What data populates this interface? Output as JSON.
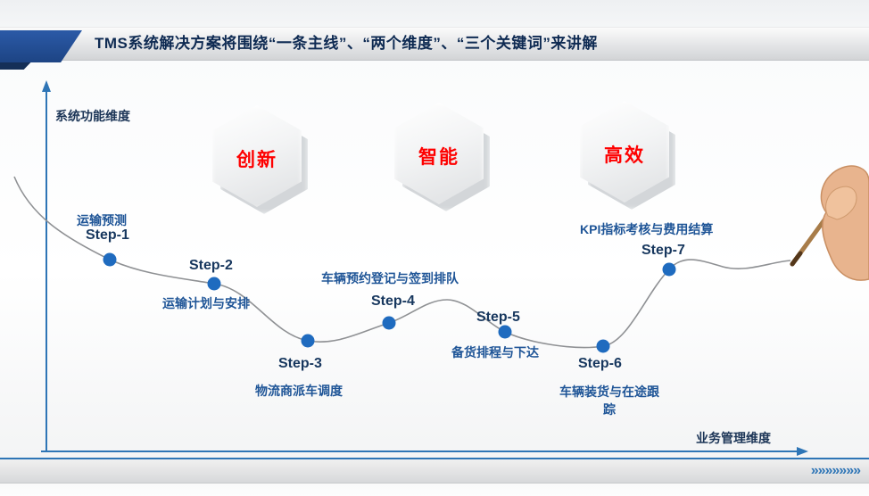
{
  "header": {
    "title": "TMS系统解决方案将围绕“一条主线”、“两个维度”、“三个关键词”来讲解"
  },
  "axes": {
    "y_label": "系统功能维度",
    "x_label": "业务管理维度"
  },
  "keywords": [
    {
      "label": "创新"
    },
    {
      "label": "智能"
    },
    {
      "label": "高效"
    }
  ],
  "steps": [
    {
      "name": "Step-1",
      "desc": "运输预测"
    },
    {
      "name": "Step-2",
      "desc": "运输计划与安排"
    },
    {
      "name": "Step-3",
      "desc": "物流商派车调度"
    },
    {
      "name": "Step-4",
      "desc": "车辆预约登记与签到排队"
    },
    {
      "name": "Step-5",
      "desc": "备货排程与下达"
    },
    {
      "name": "Step-6",
      "desc": "车辆装货与在途跟踪"
    },
    {
      "name": "Step-7",
      "desc": "KPI指标考核与费用结算"
    }
  ],
  "footer": {
    "chevrons": "»»»»»»»"
  },
  "colors": {
    "accent_navy": "#1d4484",
    "step_name_text": "#17375e",
    "step_desc_text": "#1f5597",
    "keyword_red": "#fe0000",
    "dot_blue": "#1f6bbf",
    "axis_blue": "#2e75b6",
    "curve_gray": "#8f9194"
  }
}
